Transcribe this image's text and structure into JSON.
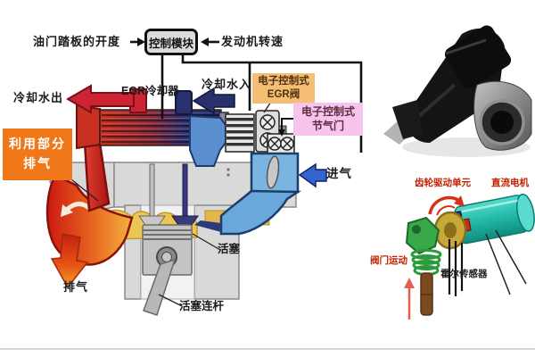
{
  "main_diagram": {
    "pedal_label": "油门踏板的开度",
    "control_module_label": "控制模块",
    "engine_speed_label": "发动机转速",
    "egr_cooler_label": "EGR冷却器",
    "coolant_out_label": "冷却水出",
    "coolant_in_label": "冷却水入",
    "egr_valve_box": {
      "line1": "电子控制式",
      "line2": "EGR阀"
    },
    "throttle_box": {
      "line1": "电子控制式",
      "line2": "节气门"
    },
    "exhaust_reuse_box": {
      "line1": "利用部分",
      "line2": "排气"
    },
    "intake_label": "进气",
    "exhaust_label": "排气",
    "piston_label": "活塞",
    "connecting_rod_label": "活塞连杆"
  },
  "actuator_diagram": {
    "gear_drive_label": "齿轮驱动单元",
    "dc_motor_label": "直流电机",
    "valve_motion_label": "阀门运动",
    "hall_sensor_label": "霍尔传感器"
  },
  "colors": {
    "exhaust_hot_red": "#cc2012",
    "coolant_navy": "#28306e",
    "intake_blue": "#6aa8dc",
    "egr_valve_box_bg": "#f4be74",
    "throttle_box_bg": "#f6c4ee",
    "exhaust_reuse_box_bg": "#f07818",
    "annotation_red": "#c42000",
    "motor_teal": "#28c4b4"
  }
}
